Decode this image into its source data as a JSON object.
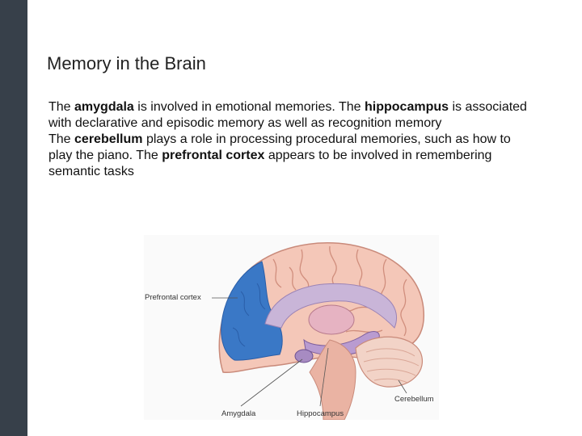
{
  "slide": {
    "title": "Memory in the Brain"
  },
  "paragraphs": [
    {
      "t1": "The ",
      "b1": "amygdala",
      "t2": " is involved in emotional memories. The ",
      "b2": "hippocampus",
      "t3": " is associated with declarative and episodic memory as well as recognition memory"
    },
    {
      "t1": "The ",
      "b1": "cerebellum",
      "t2": " plays a role in processing procedural memories, such as how to play the piano. The ",
      "b2": "prefrontal cortex",
      "t3": " appears to be involved in remembering semantic tasks"
    }
  ],
  "figure": {
    "labels": {
      "prefrontal": "Prefrontal cortex",
      "amygdala": "Amygdala",
      "hippocampus": "Hippocampus",
      "cerebellum": "Cerebellum"
    },
    "colors": {
      "cortex": "#f4c7b8",
      "cortex_stroke": "#c98a7a",
      "prefrontal": "#3a78c6",
      "limbic": "#c9b5d8",
      "brainstem": "#eab3a3",
      "cerebellum": "#f2d3c7"
    }
  }
}
